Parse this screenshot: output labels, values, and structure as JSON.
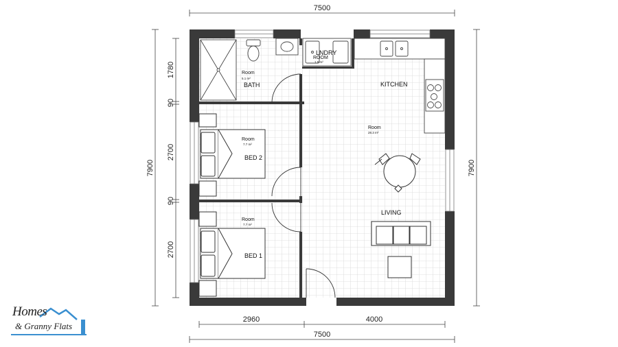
{
  "dimensions": {
    "top_overall": "7500",
    "bottom_overall": "7500",
    "bottom_left": "2960",
    "bottom_right": "4000",
    "left_overall": "7900",
    "right_overall": "7900",
    "left_seg_1": "1780",
    "left_seg_2": "90",
    "left_seg_3": "2700",
    "left_seg_4": "90",
    "left_seg_5": "2700"
  },
  "rooms": {
    "bath": {
      "name": "BATH",
      "label": "Room",
      "area": "5.1 m²"
    },
    "laundry": {
      "name": "LNDRY",
      "label": "ROOM",
      "area": "1.9 m²"
    },
    "kitchen": {
      "name": "KITCHEN"
    },
    "main": {
      "label": "Room",
      "area": "28.3 m²"
    },
    "bed2": {
      "name": "BED 2",
      "label": "Room",
      "area": "7.7 m²"
    },
    "bed1": {
      "name": "BED 1",
      "label": "Room",
      "area": "7.7 m²"
    },
    "living": {
      "name": "LIVING"
    }
  },
  "logo": {
    "line1": "Homes",
    "line2": "& Granny Flats"
  },
  "colors": {
    "wall": "#3a3a3a",
    "grid": "#d8d8d8",
    "accent": "#3a8fd0"
  }
}
